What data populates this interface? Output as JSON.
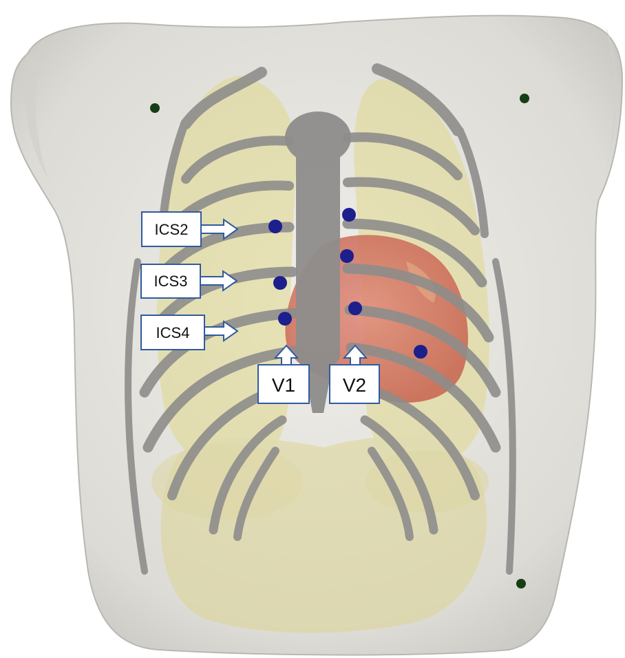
{
  "labels": {
    "ics2": "ICS2",
    "ics3": "ICS3",
    "ics4": "ICS4",
    "v1": "V1",
    "v2": "V2"
  },
  "colors": {
    "torso": "#e6e4de",
    "bone": "#8e8d8b",
    "lung": "#e2dca0",
    "heart": "#cf7060",
    "electrode": "#1c1f8c",
    "ground_electrode": "#173d17",
    "label_border": "#2f5aa0"
  }
}
